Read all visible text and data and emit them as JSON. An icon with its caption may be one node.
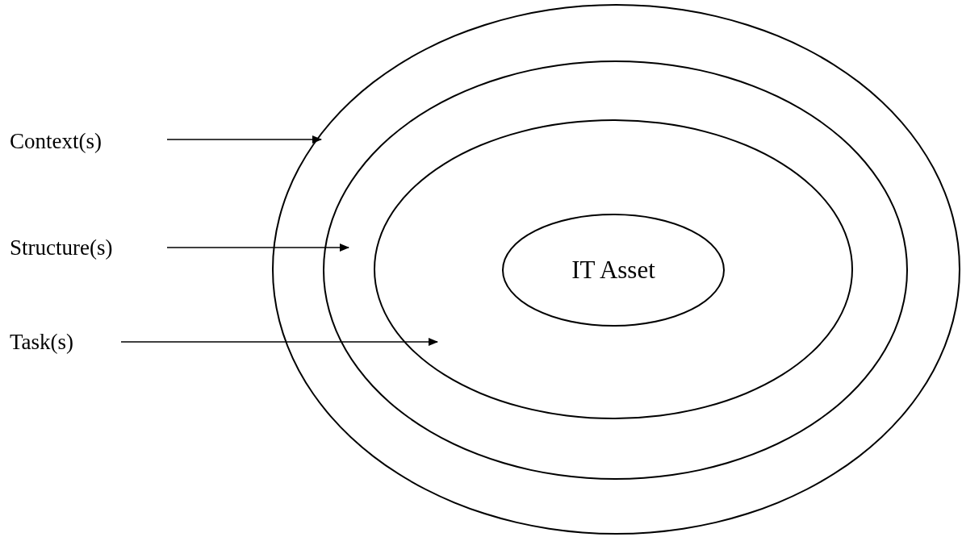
{
  "diagram": {
    "nodes": [
      {
        "text": [
          "Context(s)"
        ]
      },
      {
        "text": [
          "Structure(s)"
        ]
      },
      {
        "text": [
          "Task(s)"
        ]
      },
      {
        "text": [],
        "shape": "ellipse"
      },
      {
        "text": [],
        "shape": "ellipse",
        "in": 3
      },
      {
        "text": [],
        "shape": "ellipse",
        "in": 4
      },
      {
        "text": [
          "IT Asset"
        ],
        "in": 5
      }
    ],
    "edges": [
      {
        "from": 0,
        "to": 3,
        "arrow": "to"
      },
      {
        "from": 1,
        "to": 4,
        "arrow": "to"
      },
      {
        "from": 2,
        "to": 5,
        "arrow": "to"
      }
    ]
  }
}
